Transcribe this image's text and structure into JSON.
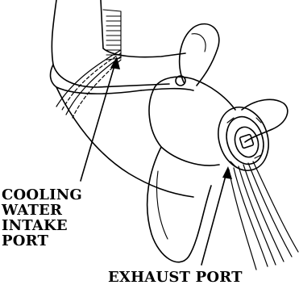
{
  "diagram": {
    "labels": {
      "intake_lines": [
        "COOLING",
        "WATER",
        "INTAKE",
        "PORT"
      ],
      "exhaust": "EXHAUST PORT"
    },
    "colors": {
      "line": "#000000",
      "background": "#ffffff"
    }
  }
}
